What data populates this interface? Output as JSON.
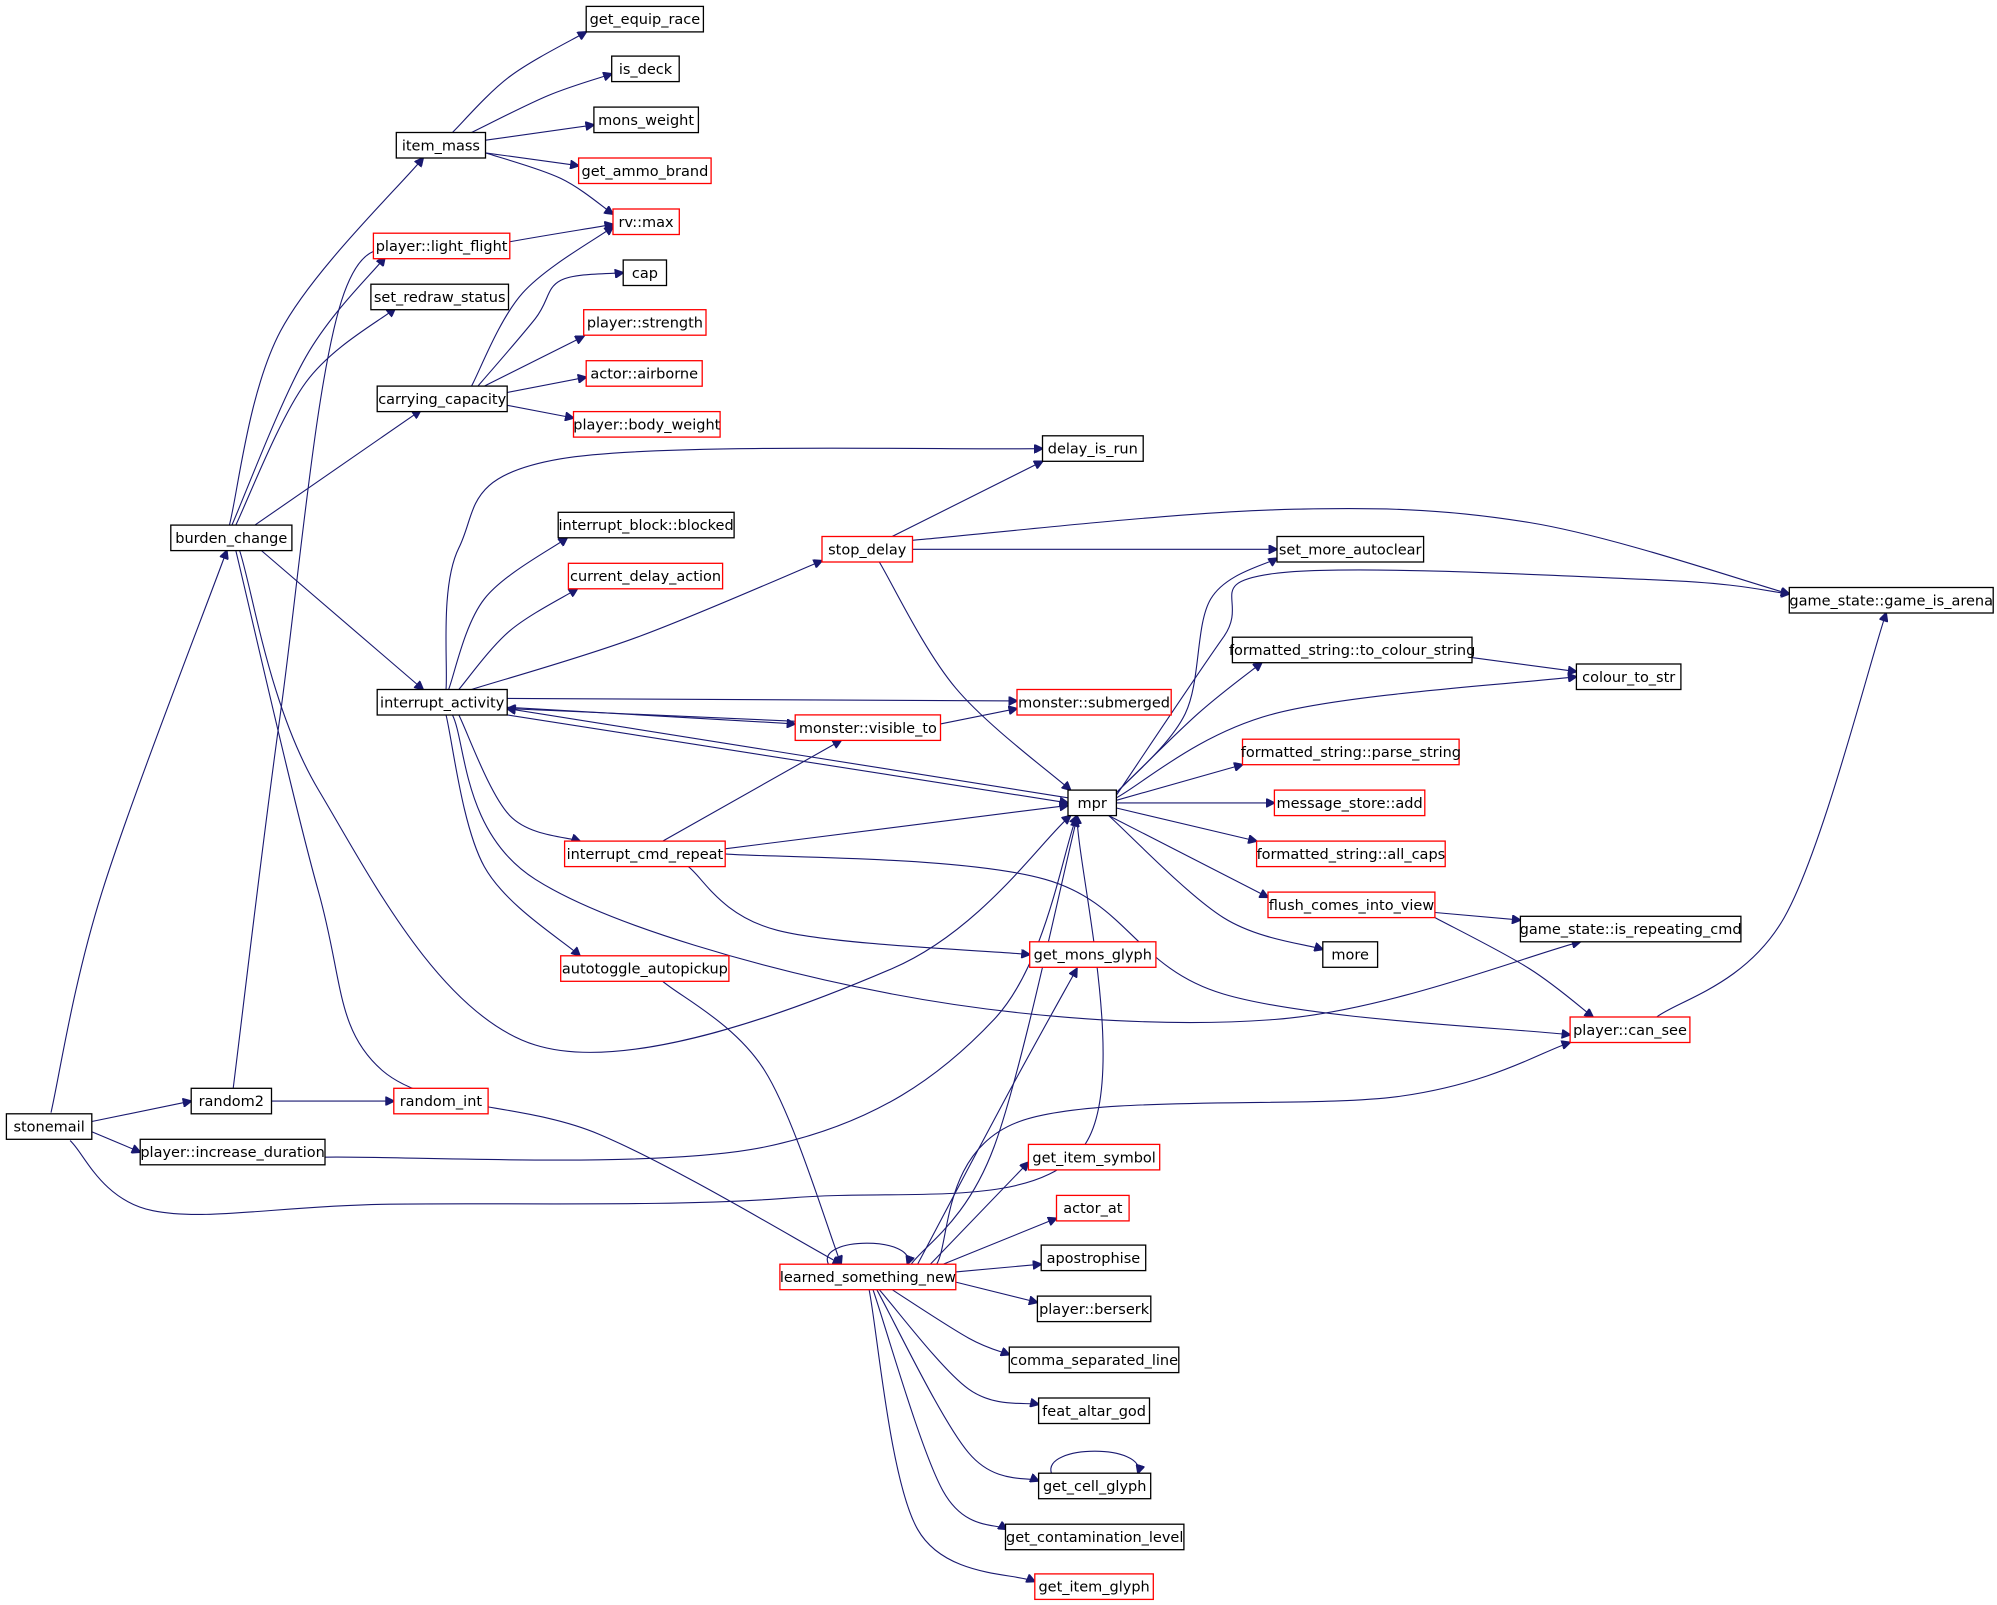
{
  "colors": {
    "edge": "#191970",
    "border_black": "#000000",
    "border_red": "#ff0000",
    "root_fill": "#bfbfbf",
    "node_fill": "#ffffff"
  },
  "nodes": [
    {
      "id": "stonemail",
      "label": "stonemail",
      "border": "black",
      "root": true
    },
    {
      "id": "burden_change",
      "label": "burden_change",
      "border": "black"
    },
    {
      "id": "random2",
      "label": "random2",
      "border": "black"
    },
    {
      "id": "increase_duration",
      "label": "player::increase_duration",
      "border": "black"
    },
    {
      "id": "random_int",
      "label": "random_int",
      "border": "red"
    },
    {
      "id": "item_mass",
      "label": "item_mass",
      "border": "black"
    },
    {
      "id": "light_flight",
      "label": "player::light_flight",
      "border": "red"
    },
    {
      "id": "set_redraw_status",
      "label": "set_redraw_status",
      "border": "black"
    },
    {
      "id": "carrying_capacity",
      "label": "carrying_capacity",
      "border": "black"
    },
    {
      "id": "interrupt_activity",
      "label": "interrupt_activity",
      "border": "black"
    },
    {
      "id": "get_equip_race",
      "label": "get_equip_race",
      "border": "black"
    },
    {
      "id": "is_deck",
      "label": "is_deck",
      "border": "black"
    },
    {
      "id": "mons_weight",
      "label": "mons_weight",
      "border": "black"
    },
    {
      "id": "get_ammo_brand",
      "label": "get_ammo_brand",
      "border": "red"
    },
    {
      "id": "rv_max",
      "label": "rv::max",
      "border": "red"
    },
    {
      "id": "cap",
      "label": "cap",
      "border": "black"
    },
    {
      "id": "player_strength",
      "label": "player::strength",
      "border": "red"
    },
    {
      "id": "actor_airborne",
      "label": "actor::airborne",
      "border": "red"
    },
    {
      "id": "player_body_weight",
      "label": "player::body_weight",
      "border": "red"
    },
    {
      "id": "delay_is_run",
      "label": "delay_is_run",
      "border": "black"
    },
    {
      "id": "interrupt_block_blocked",
      "label": "interrupt_block::blocked",
      "border": "black"
    },
    {
      "id": "current_delay_action",
      "label": "current_delay_action",
      "border": "red"
    },
    {
      "id": "stop_delay",
      "label": "stop_delay",
      "border": "red"
    },
    {
      "id": "set_more_autoclear",
      "label": "set_more_autoclear",
      "border": "black"
    },
    {
      "id": "game_is_arena",
      "label": "game_state::game_is_arena",
      "border": "black"
    },
    {
      "id": "to_colour_string",
      "label": "formatted_string::to_colour_string",
      "border": "black"
    },
    {
      "id": "colour_to_str",
      "label": "colour_to_str",
      "border": "black"
    },
    {
      "id": "monster_submerged",
      "label": "monster::submerged",
      "border": "red"
    },
    {
      "id": "monster_visible_to",
      "label": "monster::visible_to",
      "border": "red"
    },
    {
      "id": "parse_string",
      "label": "formatted_string::parse_string",
      "border": "red"
    },
    {
      "id": "mpr",
      "label": "mpr",
      "border": "black"
    },
    {
      "id": "message_store_add",
      "label": "message_store::add",
      "border": "red"
    },
    {
      "id": "all_caps",
      "label": "formatted_string::all_caps",
      "border": "red"
    },
    {
      "id": "interrupt_cmd_repeat",
      "label": "interrupt_cmd_repeat",
      "border": "red"
    },
    {
      "id": "flush_comes_into_view",
      "label": "flush_comes_into_view",
      "border": "red"
    },
    {
      "id": "is_repeating_cmd",
      "label": "game_state::is_repeating_cmd",
      "border": "black"
    },
    {
      "id": "more",
      "label": "more",
      "border": "black"
    },
    {
      "id": "get_mons_glyph",
      "label": "get_mons_glyph",
      "border": "red"
    },
    {
      "id": "autotoggle_autopickup",
      "label": "autotoggle_autopickup",
      "border": "red"
    },
    {
      "id": "player_can_see",
      "label": "player::can_see",
      "border": "red"
    },
    {
      "id": "get_item_symbol",
      "label": "get_item_symbol",
      "border": "red"
    },
    {
      "id": "actor_at",
      "label": "actor_at",
      "border": "red"
    },
    {
      "id": "learned_something_new",
      "label": "learned_something_new",
      "border": "red"
    },
    {
      "id": "apostrophise",
      "label": "apostrophise",
      "border": "black"
    },
    {
      "id": "player_berserk",
      "label": "player::berserk",
      "border": "black"
    },
    {
      "id": "comma_separated_line",
      "label": "comma_separated_line",
      "border": "black"
    },
    {
      "id": "feat_altar_god",
      "label": "feat_altar_god",
      "border": "black"
    },
    {
      "id": "get_cell_glyph",
      "label": "get_cell_glyph",
      "border": "black"
    },
    {
      "id": "get_contamination_level",
      "label": "get_contamination_level",
      "border": "black"
    },
    {
      "id": "get_item_glyph",
      "label": "get_item_glyph",
      "border": "red"
    }
  ],
  "edges": [
    [
      "stonemail",
      "burden_change"
    ],
    [
      "stonemail",
      "random2"
    ],
    [
      "stonemail",
      "increase_duration"
    ],
    [
      "stonemail",
      "mpr"
    ],
    [
      "random2",
      "random_int"
    ],
    [
      "random2",
      "rv_max"
    ],
    [
      "increase_duration",
      "mpr"
    ],
    [
      "burden_change",
      "item_mass"
    ],
    [
      "burden_change",
      "light_flight"
    ],
    [
      "burden_change",
      "set_redraw_status"
    ],
    [
      "burden_change",
      "carrying_capacity"
    ],
    [
      "burden_change",
      "interrupt_activity"
    ],
    [
      "burden_change",
      "mpr"
    ],
    [
      "burden_change",
      "learned_something_new"
    ],
    [
      "item_mass",
      "get_equip_race"
    ],
    [
      "item_mass",
      "is_deck"
    ],
    [
      "item_mass",
      "mons_weight"
    ],
    [
      "item_mass",
      "get_ammo_brand"
    ],
    [
      "item_mass",
      "rv_max"
    ],
    [
      "carrying_capacity",
      "rv_max"
    ],
    [
      "carrying_capacity",
      "cap"
    ],
    [
      "carrying_capacity",
      "player_strength"
    ],
    [
      "carrying_capacity",
      "actor_airborne"
    ],
    [
      "carrying_capacity",
      "player_body_weight"
    ],
    [
      "interrupt_activity",
      "delay_is_run"
    ],
    [
      "interrupt_activity",
      "interrupt_block_blocked"
    ],
    [
      "interrupt_activity",
      "current_delay_action"
    ],
    [
      "interrupt_activity",
      "stop_delay"
    ],
    [
      "interrupt_activity",
      "monster_submerged"
    ],
    [
      "interrupt_activity",
      "monster_visible_to"
    ],
    [
      "interrupt_activity",
      "mpr"
    ],
    [
      "interrupt_activity",
      "interrupt_cmd_repeat"
    ],
    [
      "interrupt_activity",
      "autotoggle_autopickup"
    ],
    [
      "interrupt_activity",
      "is_repeating_cmd"
    ],
    [
      "stop_delay",
      "delay_is_run"
    ],
    [
      "stop_delay",
      "set_more_autoclear"
    ],
    [
      "stop_delay",
      "game_is_arena"
    ],
    [
      "stop_delay",
      "mpr"
    ],
    [
      "monster_visible_to",
      "interrupt_activity"
    ],
    [
      "monster_visible_to",
      "monster_submerged"
    ],
    [
      "mpr",
      "interrupt_activity"
    ],
    [
      "mpr",
      "set_more_autoclear"
    ],
    [
      "mpr",
      "game_is_arena"
    ],
    [
      "mpr",
      "to_colour_string"
    ],
    [
      "mpr",
      "colour_to_str"
    ],
    [
      "mpr",
      "parse_string"
    ],
    [
      "mpr",
      "message_store_add"
    ],
    [
      "mpr",
      "all_caps"
    ],
    [
      "mpr",
      "flush_comes_into_view"
    ],
    [
      "mpr",
      "more"
    ],
    [
      "to_colour_string",
      "colour_to_str"
    ],
    [
      "flush_comes_into_view",
      "is_repeating_cmd"
    ],
    [
      "flush_comes_into_view",
      "player_can_see"
    ],
    [
      "interrupt_cmd_repeat",
      "monster_visible_to"
    ],
    [
      "interrupt_cmd_repeat",
      "mpr"
    ],
    [
      "interrupt_cmd_repeat",
      "get_mons_glyph"
    ],
    [
      "interrupt_cmd_repeat",
      "player_can_see"
    ],
    [
      "player_can_see",
      "game_is_arena"
    ],
    [
      "autotoggle_autopickup",
      "learned_something_new"
    ],
    [
      "learned_something_new",
      "learned_something_new"
    ],
    [
      "learned_something_new",
      "mpr"
    ],
    [
      "learned_something_new",
      "get_mons_glyph"
    ],
    [
      "learned_something_new",
      "player_can_see"
    ],
    [
      "learned_something_new",
      "get_item_symbol"
    ],
    [
      "learned_something_new",
      "actor_at"
    ],
    [
      "learned_something_new",
      "apostrophise"
    ],
    [
      "learned_something_new",
      "player_berserk"
    ],
    [
      "learned_something_new",
      "comma_separated_line"
    ],
    [
      "learned_something_new",
      "feat_altar_god"
    ],
    [
      "learned_something_new",
      "get_cell_glyph"
    ],
    [
      "learned_something_new",
      "get_contamination_level"
    ],
    [
      "learned_something_new",
      "get_item_glyph"
    ],
    [
      "get_cell_glyph",
      "get_cell_glyph"
    ]
  ]
}
